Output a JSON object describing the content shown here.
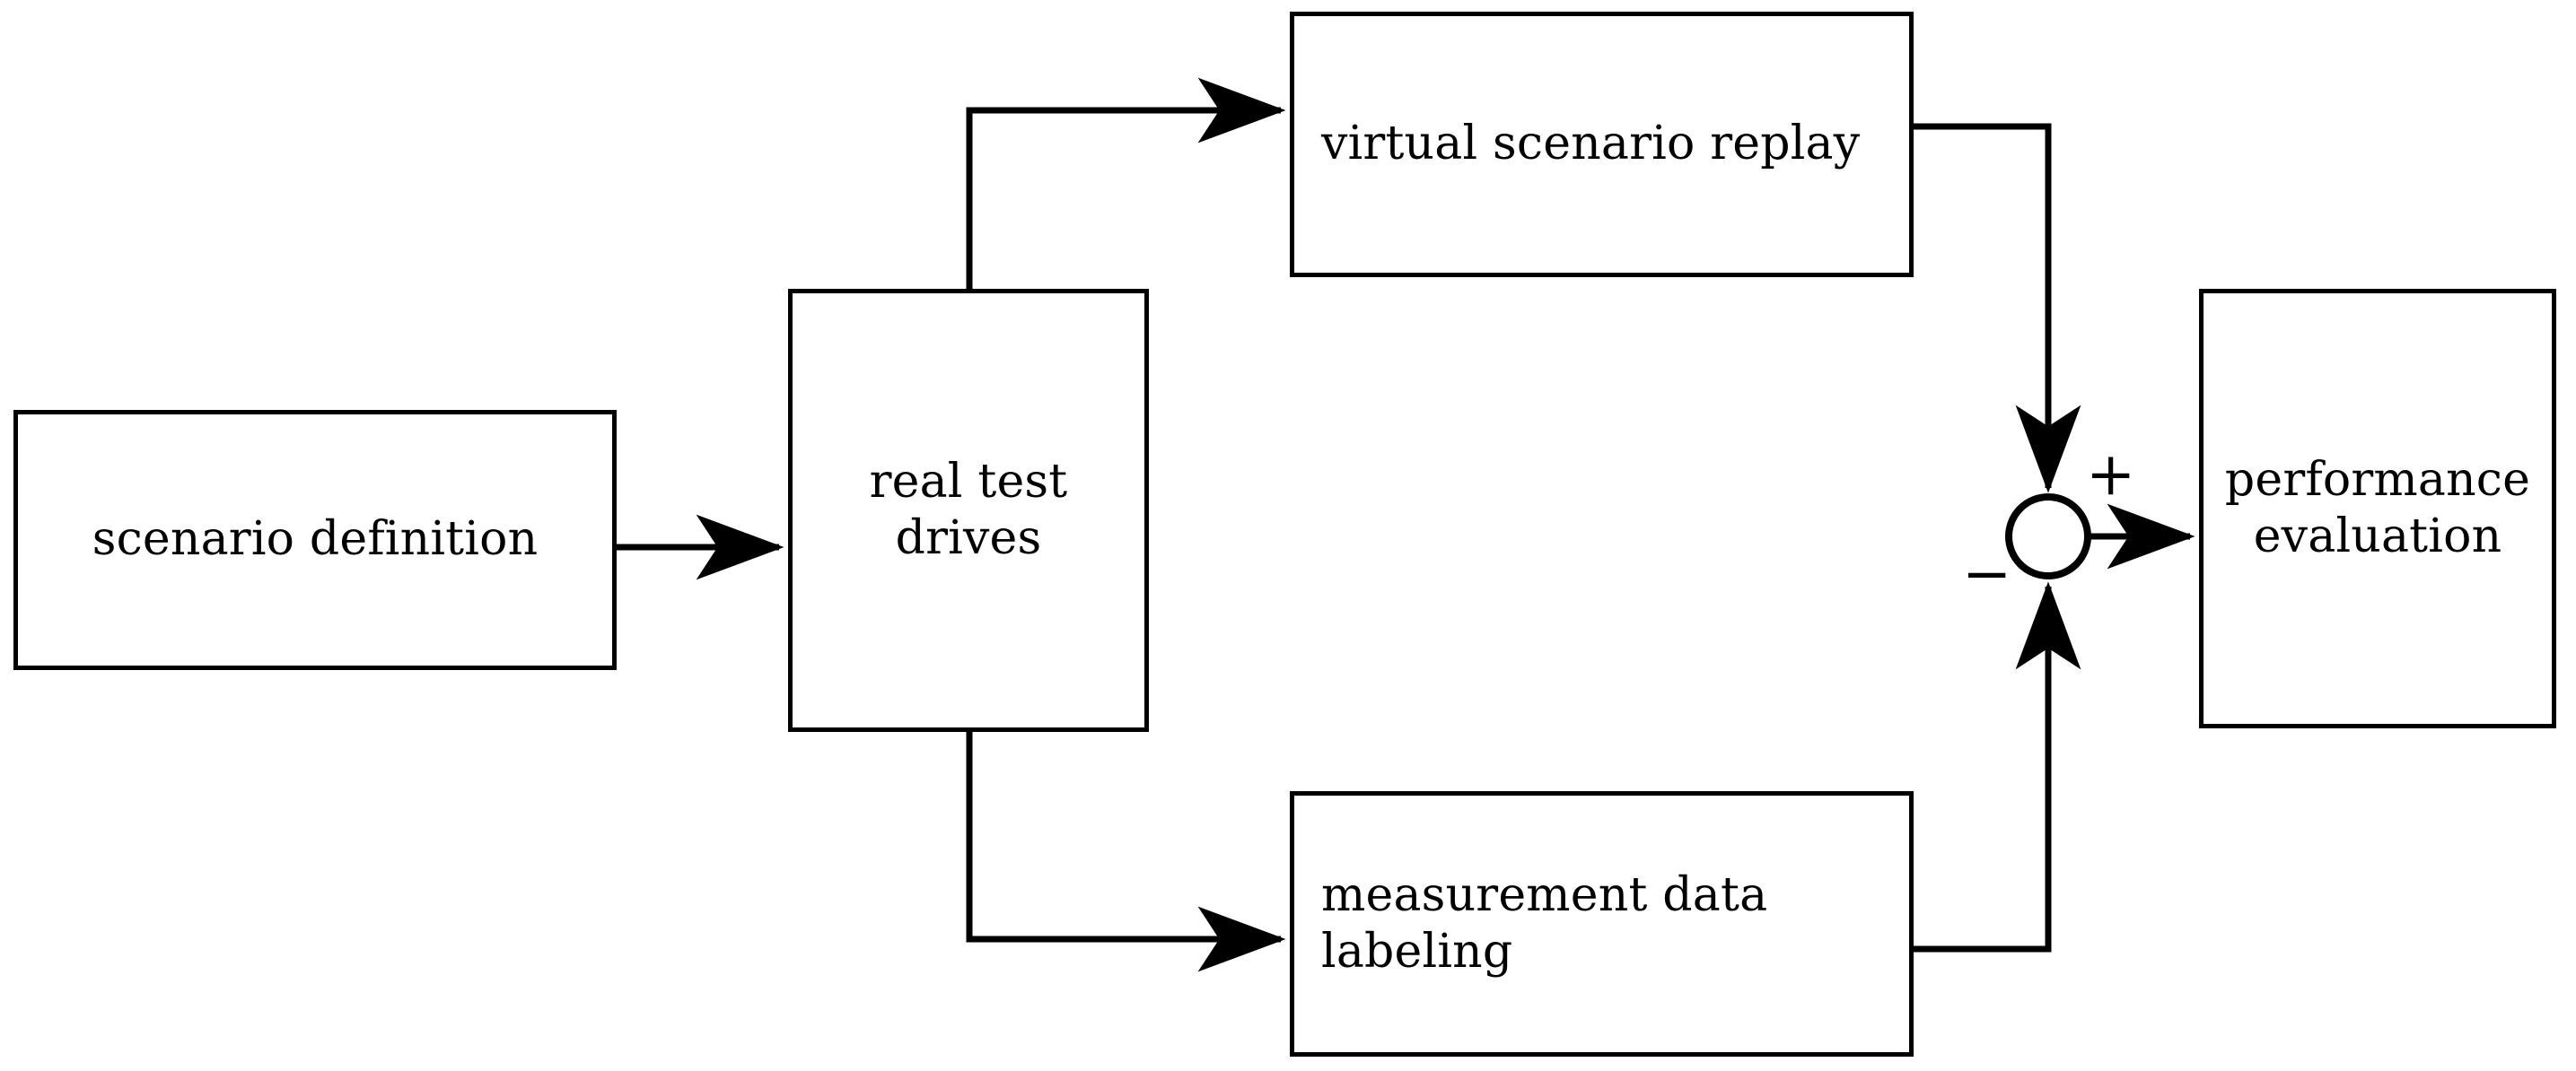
{
  "diagram": {
    "title": "validation workflow block diagram",
    "background_color": "#ffffff",
    "line_color": "#000000",
    "nodes": [
      {
        "id": "scenario-definition",
        "label": "scenario definition",
        "shape": "rectangle"
      },
      {
        "id": "real-test-drives",
        "label": "real test\ndrives",
        "shape": "rectangle"
      },
      {
        "id": "virtual-replay",
        "label": "virtual scenario replay",
        "shape": "rectangle"
      },
      {
        "id": "measurement-data",
        "label": "measurement data\nlabeling",
        "shape": "rectangle"
      },
      {
        "id": "performance-eval",
        "label": "performance\nevaluation",
        "shape": "rectangle"
      },
      {
        "id": "summing-junction",
        "label": "",
        "shape": "circle"
      }
    ],
    "signs": {
      "plus": "+",
      "minus": "−"
    },
    "edges": [
      {
        "id": "e1",
        "from": "scenario-definition",
        "to": "real-test-drives",
        "style": "straight",
        "arrow": true
      },
      {
        "id": "e2",
        "from": "real-test-drives",
        "to": "virtual-replay",
        "style": "orthogonal",
        "arrow": true
      },
      {
        "id": "e3",
        "from": "real-test-drives",
        "to": "measurement-data",
        "style": "orthogonal",
        "arrow": true
      },
      {
        "id": "e4",
        "from": "virtual-replay",
        "to": "summing-junction",
        "style": "orthogonal",
        "arrow": true,
        "sign": "+"
      },
      {
        "id": "e5",
        "from": "measurement-data",
        "to": "summing-junction",
        "style": "orthogonal",
        "arrow": true,
        "sign": "−"
      },
      {
        "id": "e6",
        "from": "summing-junction",
        "to": "performance-eval",
        "style": "straight",
        "arrow": true
      }
    ]
  }
}
